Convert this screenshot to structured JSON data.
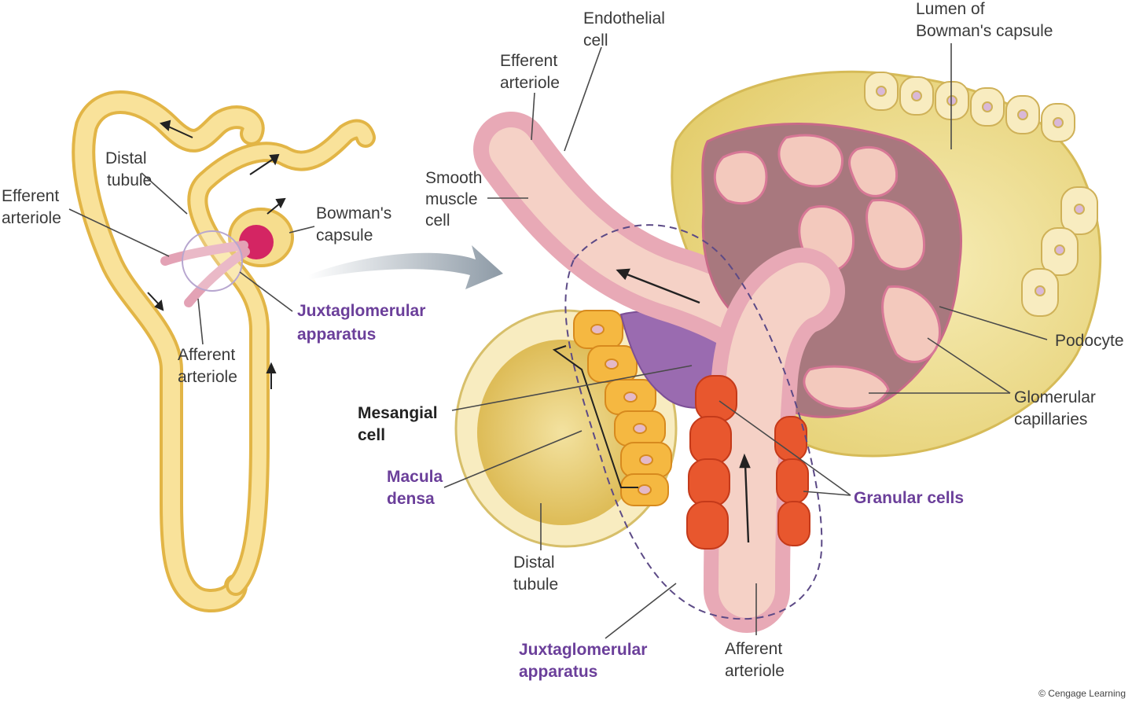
{
  "left_labels": {
    "distal_tubule": [
      "Distal",
      "tubule"
    ],
    "efferent_arteriole": [
      "Efferent",
      "arteriole"
    ],
    "bowmans_capsule": [
      "Bowman's",
      "capsule"
    ],
    "juxtaglomerular_apparatus": [
      "Juxtaglomerular",
      "apparatus"
    ],
    "afferent_arteriole": [
      "Afferent",
      "arteriole"
    ]
  },
  "right_labels": {
    "endothelial_cell": [
      "Endothelial",
      "cell"
    ],
    "efferent_arteriole": [
      "Efferent",
      "arteriole"
    ],
    "lumen_bowmans": [
      "Lumen of",
      "Bowman's capsule"
    ],
    "smooth_muscle_cell": [
      "Smooth",
      "muscle",
      "cell"
    ],
    "podocyte": [
      "Podocyte"
    ],
    "glomerular_capillaries": [
      "Glomerular",
      "capillaries"
    ],
    "mesangial_cell": [
      "Mesangial",
      "cell"
    ],
    "macula_densa": [
      "Macula",
      "densa"
    ],
    "granular_cells": [
      "Granular cells"
    ],
    "distal_tubule": [
      "Distal",
      "tubule"
    ],
    "juxtaglomerular_apparatus": [
      "Juxtaglomerular",
      "apparatus"
    ],
    "afferent_arteriole": [
      "Afferent",
      "arteriole"
    ]
  },
  "copyright": "© Cengage Learning",
  "colors": {
    "tubule": "#f7d77a",
    "tubule_outline": "#e2b546",
    "capsule": "#e8d37a",
    "arteriole": "#f2c4c0",
    "capillary_dark": "#a8787e",
    "granular": "#e8572e",
    "macula": "#f5b841",
    "mesangial": "#9a6bb0",
    "label_purple": "#6b3f9a"
  }
}
